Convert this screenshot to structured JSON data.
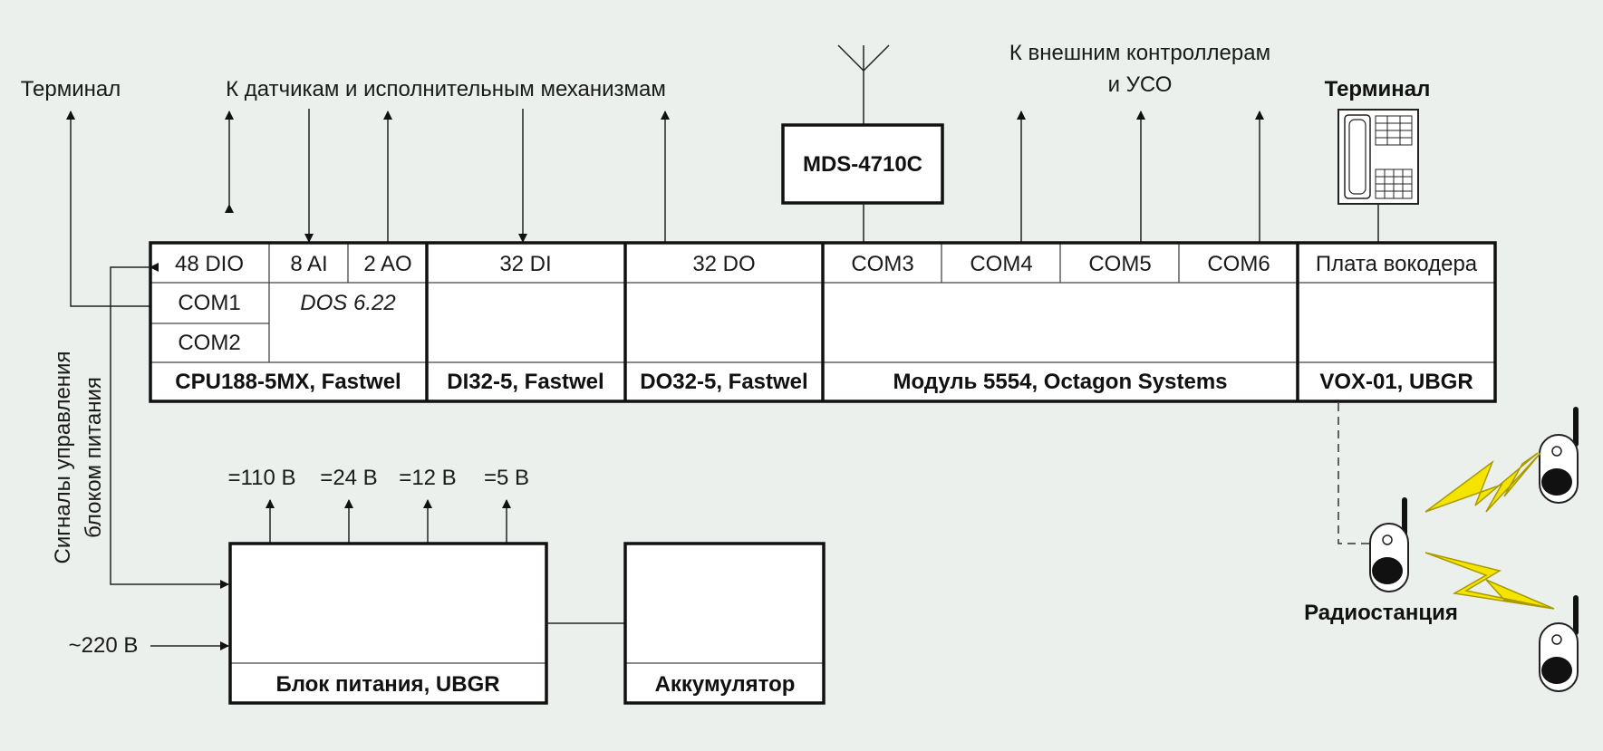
{
  "top_labels": {
    "terminal_left": "Терминал",
    "sensors": "К датчикам и исполнительным механизмам",
    "ext_line1": "К внешним контроллерам",
    "ext_line2": "и УСО",
    "terminal_right": "Терминал"
  },
  "modem": "MDS-4710C",
  "rack": {
    "cpu": {
      "ports": [
        "48 DIO",
        "8 AI",
        "2 AO"
      ],
      "com1": "COM1",
      "com2": "COM2",
      "os": "DOS 6.22",
      "name": "CPU188-5MX, Fastwel"
    },
    "di": {
      "port": "32 DI",
      "name": "DI32-5, Fastwel"
    },
    "do": {
      "port": "32 DO",
      "name": "DO32-5, Fastwel"
    },
    "com": {
      "ports": [
        "COM3",
        "COM4",
        "COM5",
        "COM6"
      ],
      "name": "Модуль 5554, Octagon Systems"
    },
    "vox": {
      "port": "Плата вокодера",
      "name": "VOX-01, UBGR"
    }
  },
  "side_label": {
    "line1": "Сигналы управления",
    "line2": "блоком питания"
  },
  "power": {
    "outputs": [
      "=110 В",
      "=24 В",
      "=12 В",
      "=5 В"
    ],
    "input": "~220 В",
    "name": "Блок питания, UBGR"
  },
  "battery": "Аккумулятор",
  "radio_label": "Радиостанция",
  "colors": {
    "background": "#ebf0ec",
    "lightning": "#f4e400",
    "lightning_stroke": "#a89a00"
  }
}
